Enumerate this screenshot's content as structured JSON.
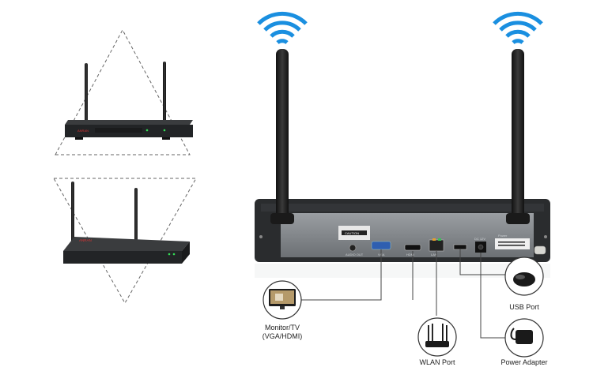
{
  "labels": {
    "monitor_line1": "Monitor/TV",
    "monitor_line2": "(VGA/HDMI)",
    "wlan": "WLAN Port",
    "usb": "USB Port",
    "power": "Power Adapter"
  },
  "panel": {
    "caution": "CAUTION",
    "audio_out": "AUDIO OUT",
    "vga": "VGA",
    "hdmi": "HDMI",
    "lan": "LAN",
    "dc": "DC 12V",
    "power": "Power"
  },
  "brand": "ANRAN",
  "colors": {
    "wifi_blue": "#1a8fe0",
    "device_body": "#2a2c2e",
    "panel_grey": "#7d8185",
    "guide_dash": "#666666"
  },
  "icons": [
    "wifi-icon",
    "tv-icon",
    "router-icon",
    "mouse-icon",
    "power-adapter-icon"
  ]
}
